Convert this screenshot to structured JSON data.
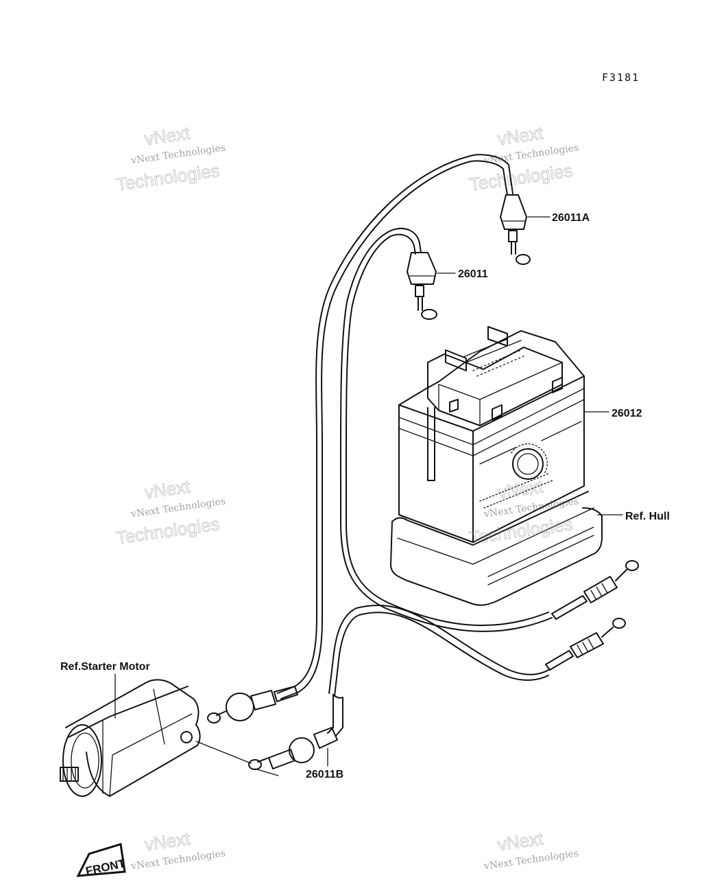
{
  "figure_code": "F3181",
  "callouts": {
    "cable_a": "26011A",
    "cable": "26011",
    "battery": "26012",
    "hull": "Ref. Hull",
    "starter_motor": "Ref.Starter Motor",
    "cable_b": "26011B"
  },
  "front_marker": "FRONT",
  "watermark": {
    "line1": "vNext Technologies",
    "line2": "vNext",
    "line3": "Technologies"
  }
}
